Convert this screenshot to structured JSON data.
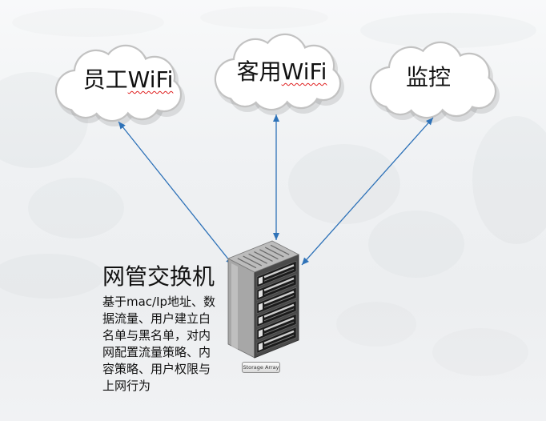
{
  "clouds": [
    {
      "text": "员工",
      "flagged": "WiFi"
    },
    {
      "text": "客用",
      "flagged": "WiFi"
    },
    {
      "text": "监控",
      "flagged": ""
    }
  ],
  "device": {
    "icon": "server-rack-icon",
    "title": "网管交换机",
    "description_lines": [
      "基于mac/Ip地址、数",
      "据流量、用户建立白",
      "名单与黑名单，对内",
      "网配置流量策略、内",
      "容策略、用户权限与",
      "上网行为"
    ],
    "tag": "Storage Array"
  },
  "colors": {
    "arrow": "#2e72b8",
    "cloud_outline": "#c2c2c2",
    "cloud_fill": "#ffffff",
    "spellcheck_underline": "#e02020",
    "text": "#111111"
  }
}
